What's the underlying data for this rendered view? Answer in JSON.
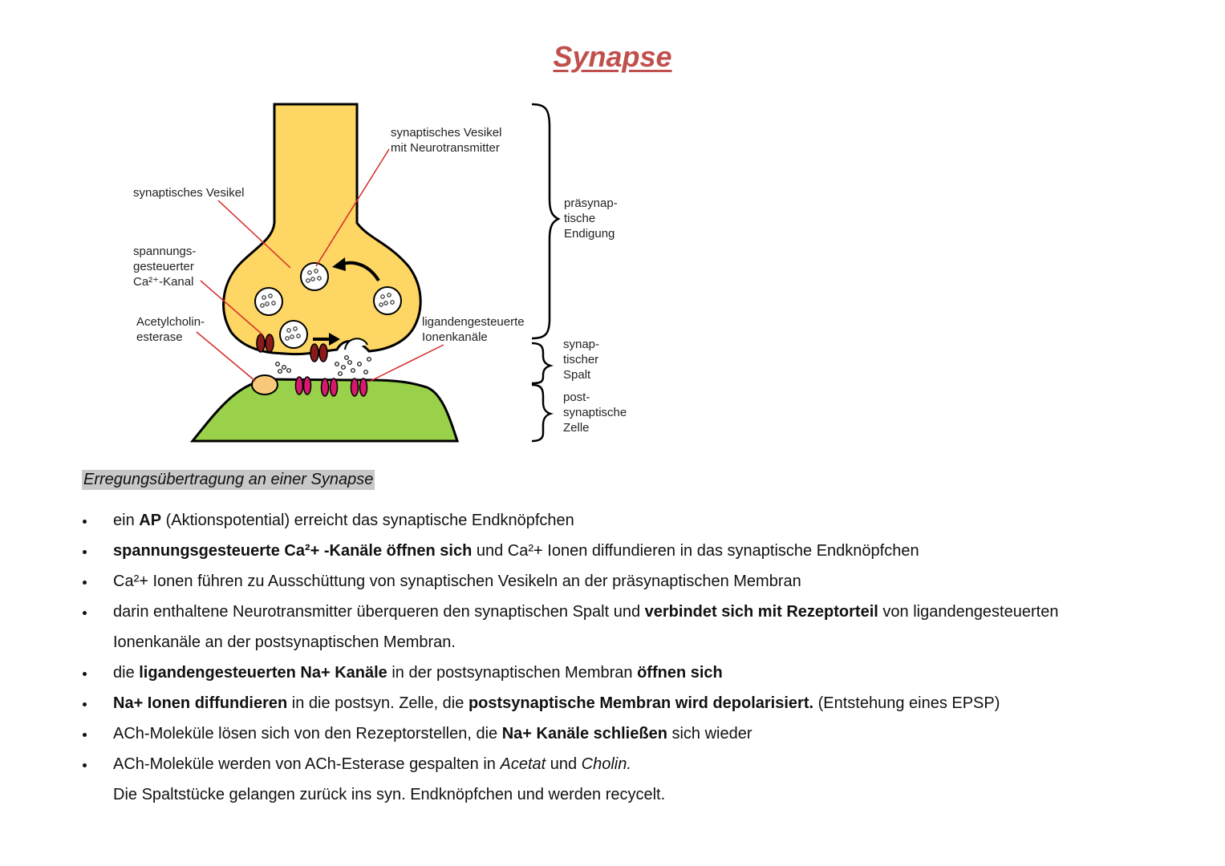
{
  "title": "Synapse",
  "diagram": {
    "labels": {
      "vesicle_nt_1": "synaptisches Vesikel",
      "vesicle_nt_2": "mit Neurotransmitter",
      "vesicle": "synaptisches Vesikel",
      "ca_channel_1": "spannungs-",
      "ca_channel_2": "gesteuerter",
      "ca_channel_3": "Ca²⁺-Kanal",
      "esterase_1": "Acetylcholin-",
      "esterase_2": "esterase",
      "ligand_1": "ligandengesteuerte",
      "ligand_2": "Ionenkanäle",
      "pre_1": "präsynap-",
      "pre_2": "tische",
      "pre_3": "Endigung",
      "cleft_1": "synap-",
      "cleft_2": "tischer",
      "cleft_3": "Spalt",
      "post_1": "post-",
      "post_2": "synaptische",
      "post_3": "Zelle"
    },
    "colors": {
      "presynaptic": "#fdd663",
      "postsynaptic": "#9ad14b",
      "ca_channel": "#8b1a1a",
      "receptor": "#d6196e",
      "esterase": "#f8c97a",
      "pointer": "#d42a2a"
    }
  },
  "subtitle": "Erregungsübertragung an einer Synapse",
  "bullets": [
    {
      "parts": [
        {
          "t": "ein "
        },
        {
          "t": "AP",
          "b": true
        },
        {
          "t": " (Aktionspotential) erreicht das synaptische Endknöpfchen"
        }
      ]
    },
    {
      "parts": [
        {
          "t": "spannungsgesteuerte Ca²+ -Kanäle öffnen sich",
          "b": true
        },
        {
          "t": " und Ca²+ Ionen diffundieren in das synaptische Endknöpfchen"
        }
      ]
    },
    {
      "parts": [
        {
          "t": "Ca²+ Ionen führen zu Ausschüttung von synaptischen Vesikeln an der präsynaptischen Membran"
        }
      ]
    },
    {
      "parts": [
        {
          "t": "darin enthaltene Neurotransmitter überqueren den synaptischen Spalt und "
        },
        {
          "t": "verbindet sich mit Rezeptorteil",
          "b": true
        },
        {
          "t": " von ligandengesteuerten"
        }
      ]
    },
    {
      "cont": true,
      "parts": [
        {
          "t": "Ionenkanäle an der postsynaptischen Membran."
        }
      ]
    },
    {
      "parts": [
        {
          "t": "die "
        },
        {
          "t": "ligandengesteuerten Na+ Kanäle",
          "b": true
        },
        {
          "t": " in der postsynaptischen Membran "
        },
        {
          "t": "öffnen sich",
          "b": true
        }
      ]
    },
    {
      "parts": [
        {
          "t": "Na+ Ionen diffundieren",
          "b": true
        },
        {
          "t": " in die postsyn. Zelle, die "
        },
        {
          "t": "postsynaptische Membran wird depolarisiert.",
          "b": true
        },
        {
          "t": " (Entstehung eines EPSP)"
        }
      ]
    },
    {
      "parts": [
        {
          "t": "ACh-Moleküle lösen sich von den Rezeptorstellen, die "
        },
        {
          "t": "Na+ Kanäle schließen",
          "b": true
        },
        {
          "t": " sich wieder"
        }
      ]
    },
    {
      "parts": [
        {
          "t": "ACh-Moleküle werden von ACh-Esterase gespalten in "
        },
        {
          "t": "Acetat",
          "i": true
        },
        {
          "t": " und "
        },
        {
          "t": "Cholin.",
          "i": true
        }
      ]
    },
    {
      "cont": true,
      "parts": [
        {
          "t": "Die Spaltstücke gelangen zurück ins syn. Endknöpfchen und werden recycelt."
        }
      ]
    }
  ]
}
